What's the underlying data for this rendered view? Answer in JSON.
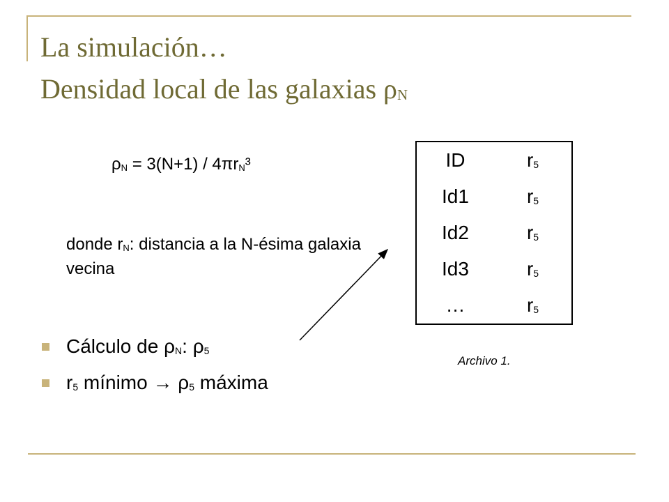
{
  "title": {
    "line1": "La simulación…",
    "line2": "Densidad local de las galaxias ρ",
    "line2_sub": "N"
  },
  "formula": {
    "rho": "ρ",
    "sub_n": "N",
    "middle": " = 3(N+1) / 4πr",
    "sub_n2": "N",
    "cube": "³"
  },
  "definition": {
    "prefix": "donde r",
    "sub": "N",
    "suffix": ": distancia a la N-ésima galaxia vecina"
  },
  "bullets": [
    {
      "p1": "Cálculo de ρ",
      "s1": "N",
      "p2": ":  ρ",
      "s2": "5"
    },
    {
      "p1": "r",
      "s1": "5",
      "p2": " mínimo  → ρ",
      "s2": "5",
      "p3": " máxima"
    }
  ],
  "table": {
    "rows": [
      {
        "id": "ID",
        "r": "r",
        "r_sub": "5"
      },
      {
        "id": "Id1",
        "r": "r",
        "r_sub": "5"
      },
      {
        "id": "Id2",
        "r": "r",
        "r_sub": "5"
      },
      {
        "id": "Id3",
        "r": "r",
        "r_sub": "5"
      },
      {
        "id": "…",
        "r": "r",
        "r_sub": "5"
      }
    ]
  },
  "caption": "Archivo 1."
}
